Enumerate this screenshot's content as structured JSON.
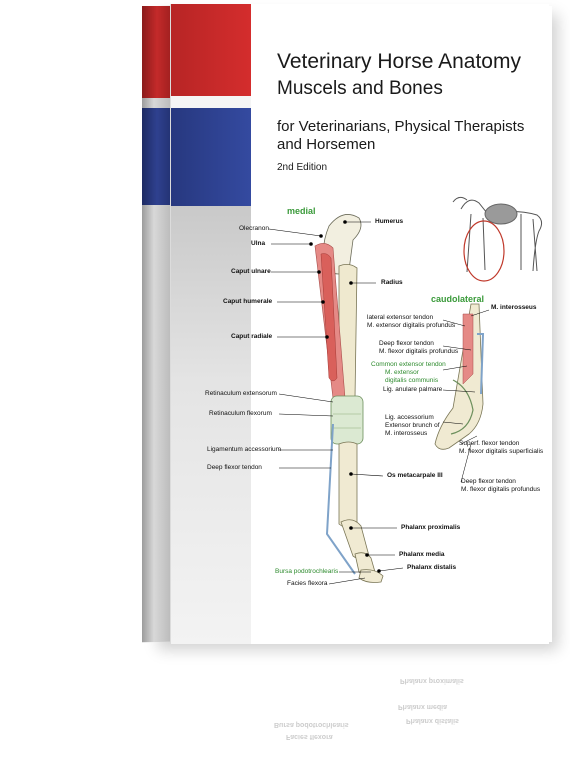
{
  "book": {
    "title": "Veterinary Horse Anatomy",
    "subtitle": "Muscels and Bones",
    "audience_line1": "for Veterinarians, Physical Therapists",
    "audience_line2": "and Horsemen",
    "edition": "2nd Edition"
  },
  "colors": {
    "band_red": "#c62b2b",
    "band_blue": "#2f4395",
    "accent_green": "#3a9a3a"
  },
  "illustration": {
    "heading_medial": "medial",
    "heading_caudolateral": "caudolateral",
    "labels": {
      "olecranon": "Olecranon",
      "humerus": "Humerus",
      "ulna": "Ulna",
      "caput_ulnare": "Caput ulnare",
      "radius": "Radius",
      "caput_humerale": "Caput humerale",
      "caput_radiale": "Caput radiale",
      "retinaculum_extensorum": "Retinaculum extensorum",
      "retinaculum_flexorum": "Retinaculum flexorum",
      "ligamentum_accessorium": "Ligamentum accessorium",
      "deep_flexor_tendon": "Deep flexor tendon",
      "os_metacarpale": "Os metacarpale III",
      "phalanx_proximalis": "Phalanx proximalis",
      "bursa_podotrochlearis": "Bursa podotrochlearis",
      "phalanx_media": "Phalanx media",
      "phalanx_distalis": "Phalanx distalis",
      "facies_flexora": "Facies flexora",
      "m_interosseus": "M. interosseus",
      "lateral_extensor_1": "lateral extensor tendon",
      "lateral_extensor_2": "M. extensor digitalis profundus",
      "deep_flexor_1": "Deep flexor tendon",
      "deep_flexor_2": "M. flexor digitalis profundus",
      "common_extensor_1": "Common extensor tendon",
      "common_extensor_2": "M. extensor",
      "common_extensor_3": "digitalis communis",
      "lig_anulare": "Lig. anulare palmare",
      "lig_accessorium": "Lig. accessorium",
      "extensor_branch_1": "Extensor brunch of",
      "extensor_branch_2": "M. interosseus",
      "superf_flexor_1": "Superf. flexor tendon",
      "superf_flexor_2": "M. flexor digitalis superficialis",
      "deep_flexor_b1": "Deep flexor tendon",
      "deep_flexor_b2": "M. flexor digitalis profundus"
    }
  }
}
